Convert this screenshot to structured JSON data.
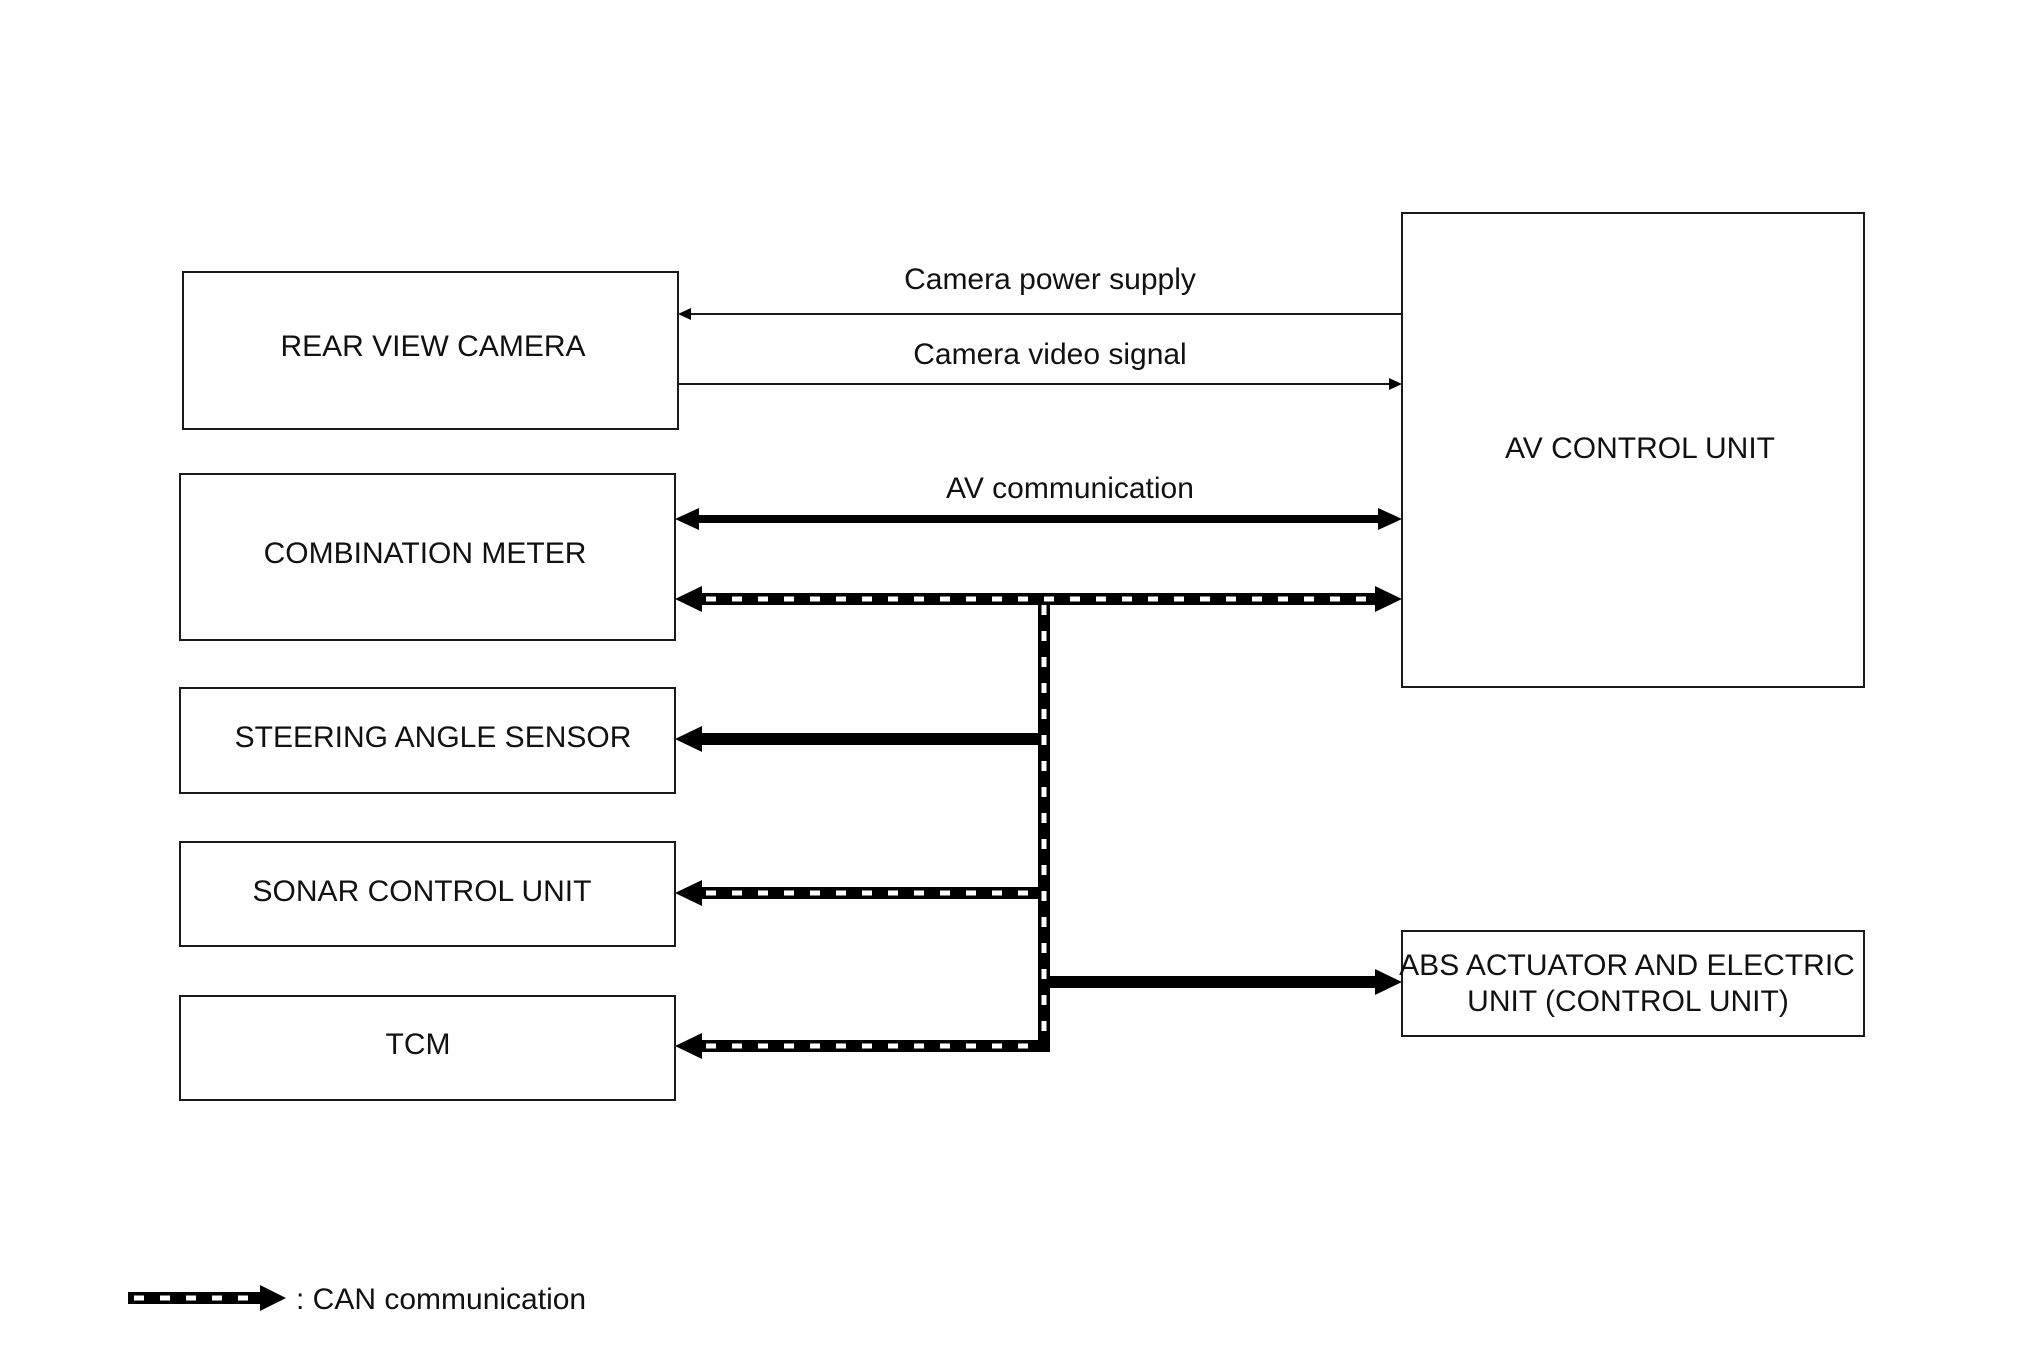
{
  "colors": {
    "line": "#000000",
    "box_border": "#1a1a1a",
    "background": "#ffffff"
  },
  "boxes": {
    "rear_view_camera": "REAR VIEW CAMERA",
    "combination_meter": "COMBINATION METER",
    "steering_angle_sensor": "STEERING ANGLE SENSOR",
    "sonar_control_unit": "SONAR CONTROL UNIT",
    "tcm": "TCM",
    "av_control_unit": "AV CONTROL UNIT",
    "abs_actuator_line1": "ABS ACTUATOR AND ELECTRIC",
    "abs_actuator_line2": "UNIT (CONTROL UNIT)"
  },
  "signals": {
    "camera_power_supply": "Camera power supply",
    "camera_video_signal": "Camera video signal",
    "av_communication": "AV communication"
  },
  "legend": {
    "can_label": ": CAN communication"
  }
}
